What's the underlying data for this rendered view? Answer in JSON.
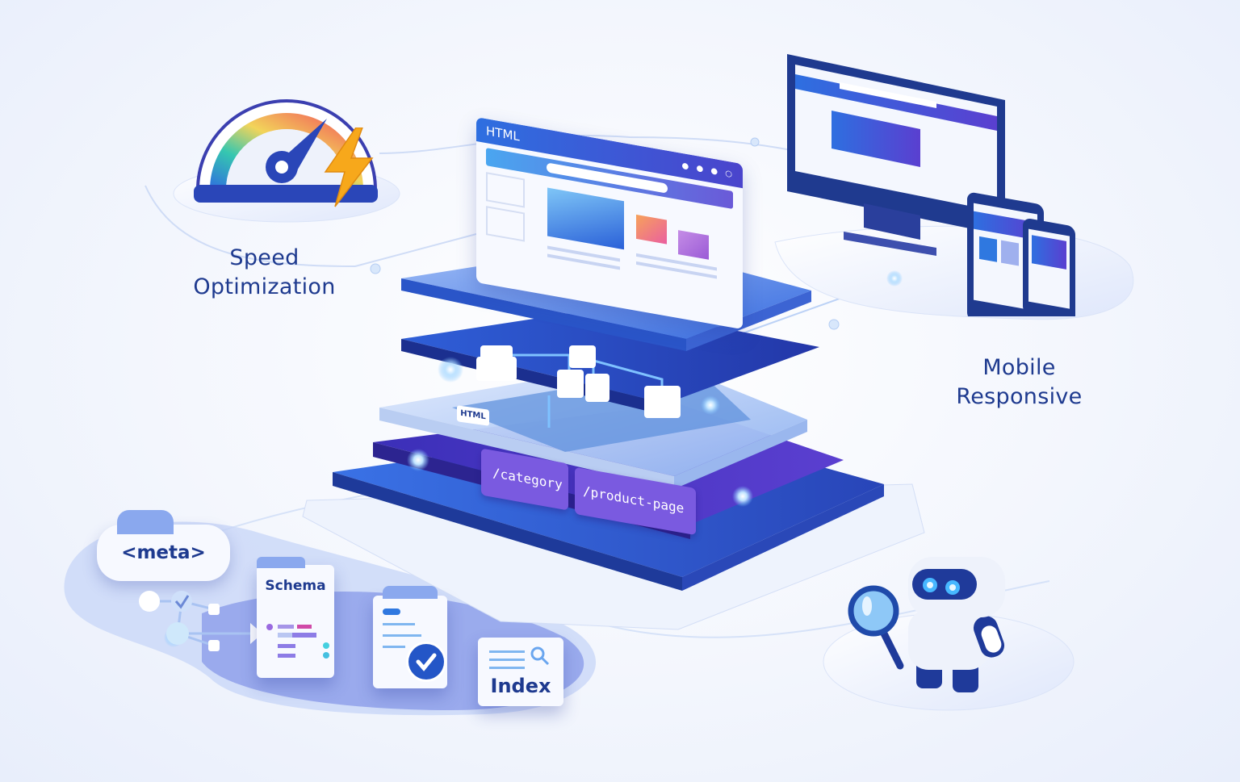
{
  "illustration": {
    "theme": "Technical SEO / website architecture",
    "colors": {
      "primary_blue": "#2f5fd8",
      "deep_navy": "#1e3a8f",
      "violet": "#6d4fd6",
      "light_blue": "#8fb4f5",
      "accent_orange": "#f7a21b",
      "background": "#f3f6fd"
    }
  },
  "labels": {
    "speed": {
      "line1": "Speed",
      "line2": "Optimization",
      "icon": "speedometer-icon"
    },
    "mobile": {
      "line1": "Mobile",
      "line2": "Responsive",
      "icon": "responsive-devices-icon"
    }
  },
  "stack": {
    "top_window_title": "HTML",
    "layers": [
      {
        "name": "browser-page-layer",
        "description": "webpage mockup"
      },
      {
        "name": "site-tree-layer",
        "description": "hierarchy node diagram"
      },
      {
        "name": "html-layer",
        "tag": "HTML"
      },
      {
        "name": "url-layer",
        "urls": [
          "/category",
          "/product-page"
        ]
      }
    ]
  },
  "bottom_left": {
    "meta_tag": "<meta>",
    "schema_card": "Schema",
    "index_card": "Index",
    "check_icon": "checkmark-icon",
    "search_icon": "magnifier-icon"
  },
  "bottom_right": {
    "robot": "crawler-robot-icon",
    "tool": "magnifying-glass-icon"
  }
}
